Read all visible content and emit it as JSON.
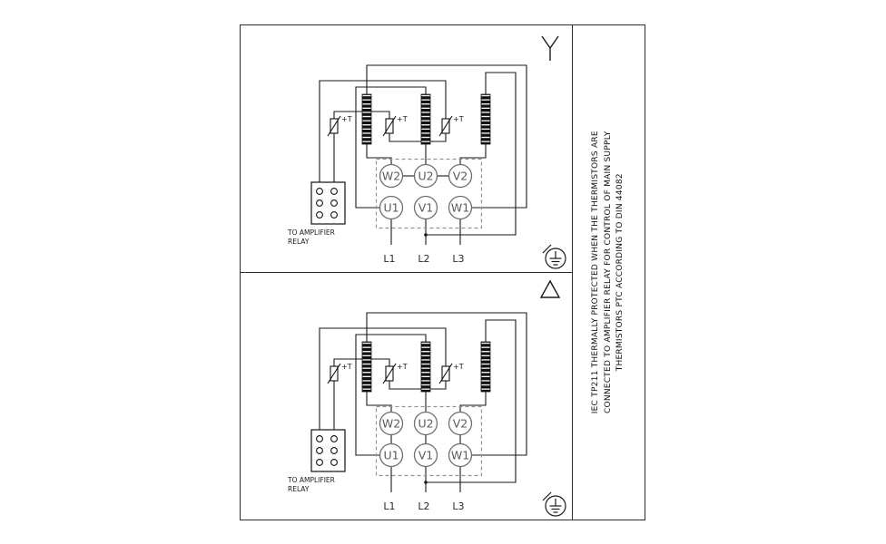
{
  "sidebar": {
    "lines": [
      "IEC TP211 THERMALLY PROTECTED WHEN THE THERMISTORS ARE",
      "CONNECTED TO AMPLIFIER RELAY FOR CONTROL OF MAIN SUPPLY",
      "THERMISTORS PTC ACCORDING TO DIN 44082"
    ]
  },
  "diagram": {
    "terminals_top": [
      "W2",
      "U2",
      "V2"
    ],
    "terminals_bottom": [
      "U1",
      "V1",
      "W1"
    ],
    "supply_labels": [
      "L1",
      "L2",
      "L3"
    ],
    "thermistor_label": "+T",
    "amplifier_note": [
      "TO AMPLIFIER",
      "RELAY"
    ],
    "top_panel_connection": "star",
    "bottom_panel_connection": "delta"
  },
  "icons": {
    "top_panel_corner": "star-connection-icon",
    "bottom_panel_corner": "delta-connection-icon",
    "panel_ground": "ground-icon"
  },
  "colors": {
    "background": "#ffffff",
    "wire": "#1a1a1a",
    "terminal_stroke": "#6e6e6e",
    "terminal_text": "#5a5a5a",
    "dashed_outline": "#949494",
    "frame": "#2b2b2b"
  }
}
